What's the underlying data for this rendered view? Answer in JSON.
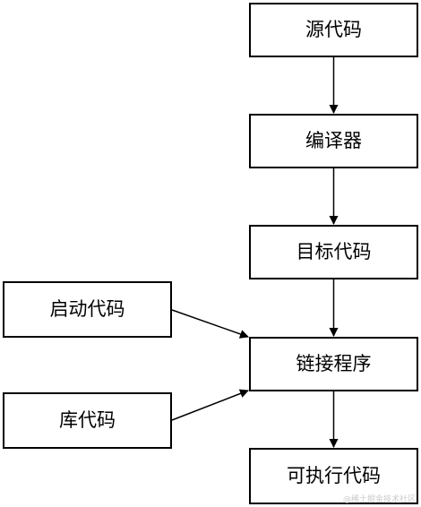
{
  "diagram": {
    "nodes": {
      "source_code": "源代码",
      "compiler": "编译器",
      "object_code": "目标代码",
      "linker": "链接程序",
      "executable_code": "可执行代码",
      "boot_code": "启动代码",
      "library_code": "库代码"
    },
    "edges": [
      {
        "from": "source_code",
        "to": "compiler"
      },
      {
        "from": "compiler",
        "to": "object_code"
      },
      {
        "from": "object_code",
        "to": "linker"
      },
      {
        "from": "boot_code",
        "to": "linker"
      },
      {
        "from": "library_code",
        "to": "linker"
      },
      {
        "from": "linker",
        "to": "executable_code"
      }
    ]
  },
  "watermark": "@稀土掘金技术社区",
  "colors": {
    "stroke": "#000000",
    "background": "#ffffff",
    "watermark": "#c9c9c9"
  }
}
